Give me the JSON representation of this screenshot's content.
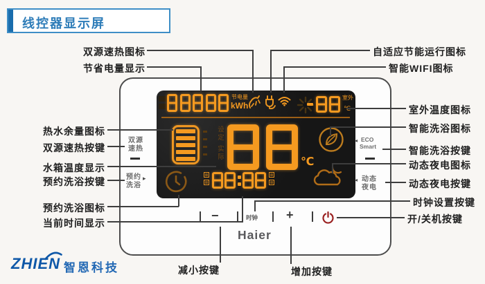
{
  "header": {
    "title": "线控器显示屏"
  },
  "callouts": {
    "dual_source_icon": "双源速热图标",
    "energy_saving": "节省电量显示",
    "adaptive_eco": "自适应节能运行图标",
    "smart_wifi": "智能WIFI图标",
    "outdoor_temp": "室外温度图标",
    "hot_water": "热水余量图标",
    "dual_source_key": "双源速热按键",
    "tank_temp": "水箱温度显示",
    "reserve_bath_key": "预约洗浴按键",
    "reserve_bath_icon": "预约洗浴图标",
    "current_time": "当前时间显示",
    "smart_bath_icon": "智能洗浴图标",
    "smart_bath_key": "智能洗浴按键",
    "dynamic_night_icon": "动态夜电图标",
    "dynamic_night_key": "动态夜电按键",
    "clock_set_key": "时钟设置按键",
    "power_key": "开/关机按键",
    "decrease_key": "减小按键",
    "increase_key": "增加按键"
  },
  "display": {
    "energy_value": "88888",
    "energy_label": "节电量",
    "energy_unit": "kWh",
    "outdoor_value": "-88",
    "outdoor_label": "室外",
    "degree": "℃",
    "temp_value": "88",
    "set_label": "设定",
    "actual_label": "实际",
    "time_value": "88:88"
  },
  "buttons": {
    "minus": "−",
    "plus": "+",
    "clock": "时钟"
  },
  "captions": {
    "dual_source": [
      "双源",
      "速热"
    ],
    "reserve_bath": [
      "预约",
      "洗浴"
    ],
    "eco": [
      "ECO",
      "Smart"
    ],
    "night": [
      "动态",
      "夜电"
    ]
  },
  "branding": {
    "haier": "Haier",
    "zhien": "ZHIEN",
    "zhien_cn": "智恩科技"
  },
  "icons": {
    "top_row": [
      "tap-heat-icon",
      "plug-eco-icon",
      "wifi-icon",
      "sun-icon"
    ],
    "body": [
      "water-tank-icon",
      "leaf-circle-icon",
      "cloud-night-icon",
      "clock-icon",
      "power-icon"
    ]
  },
  "colors": {
    "led_orange": "#f59a20",
    "led_dim": "#6e4512",
    "accent_blue": "#2d7cb8",
    "power_red": "#9b2222",
    "line_gray": "#3d3d3d"
  }
}
